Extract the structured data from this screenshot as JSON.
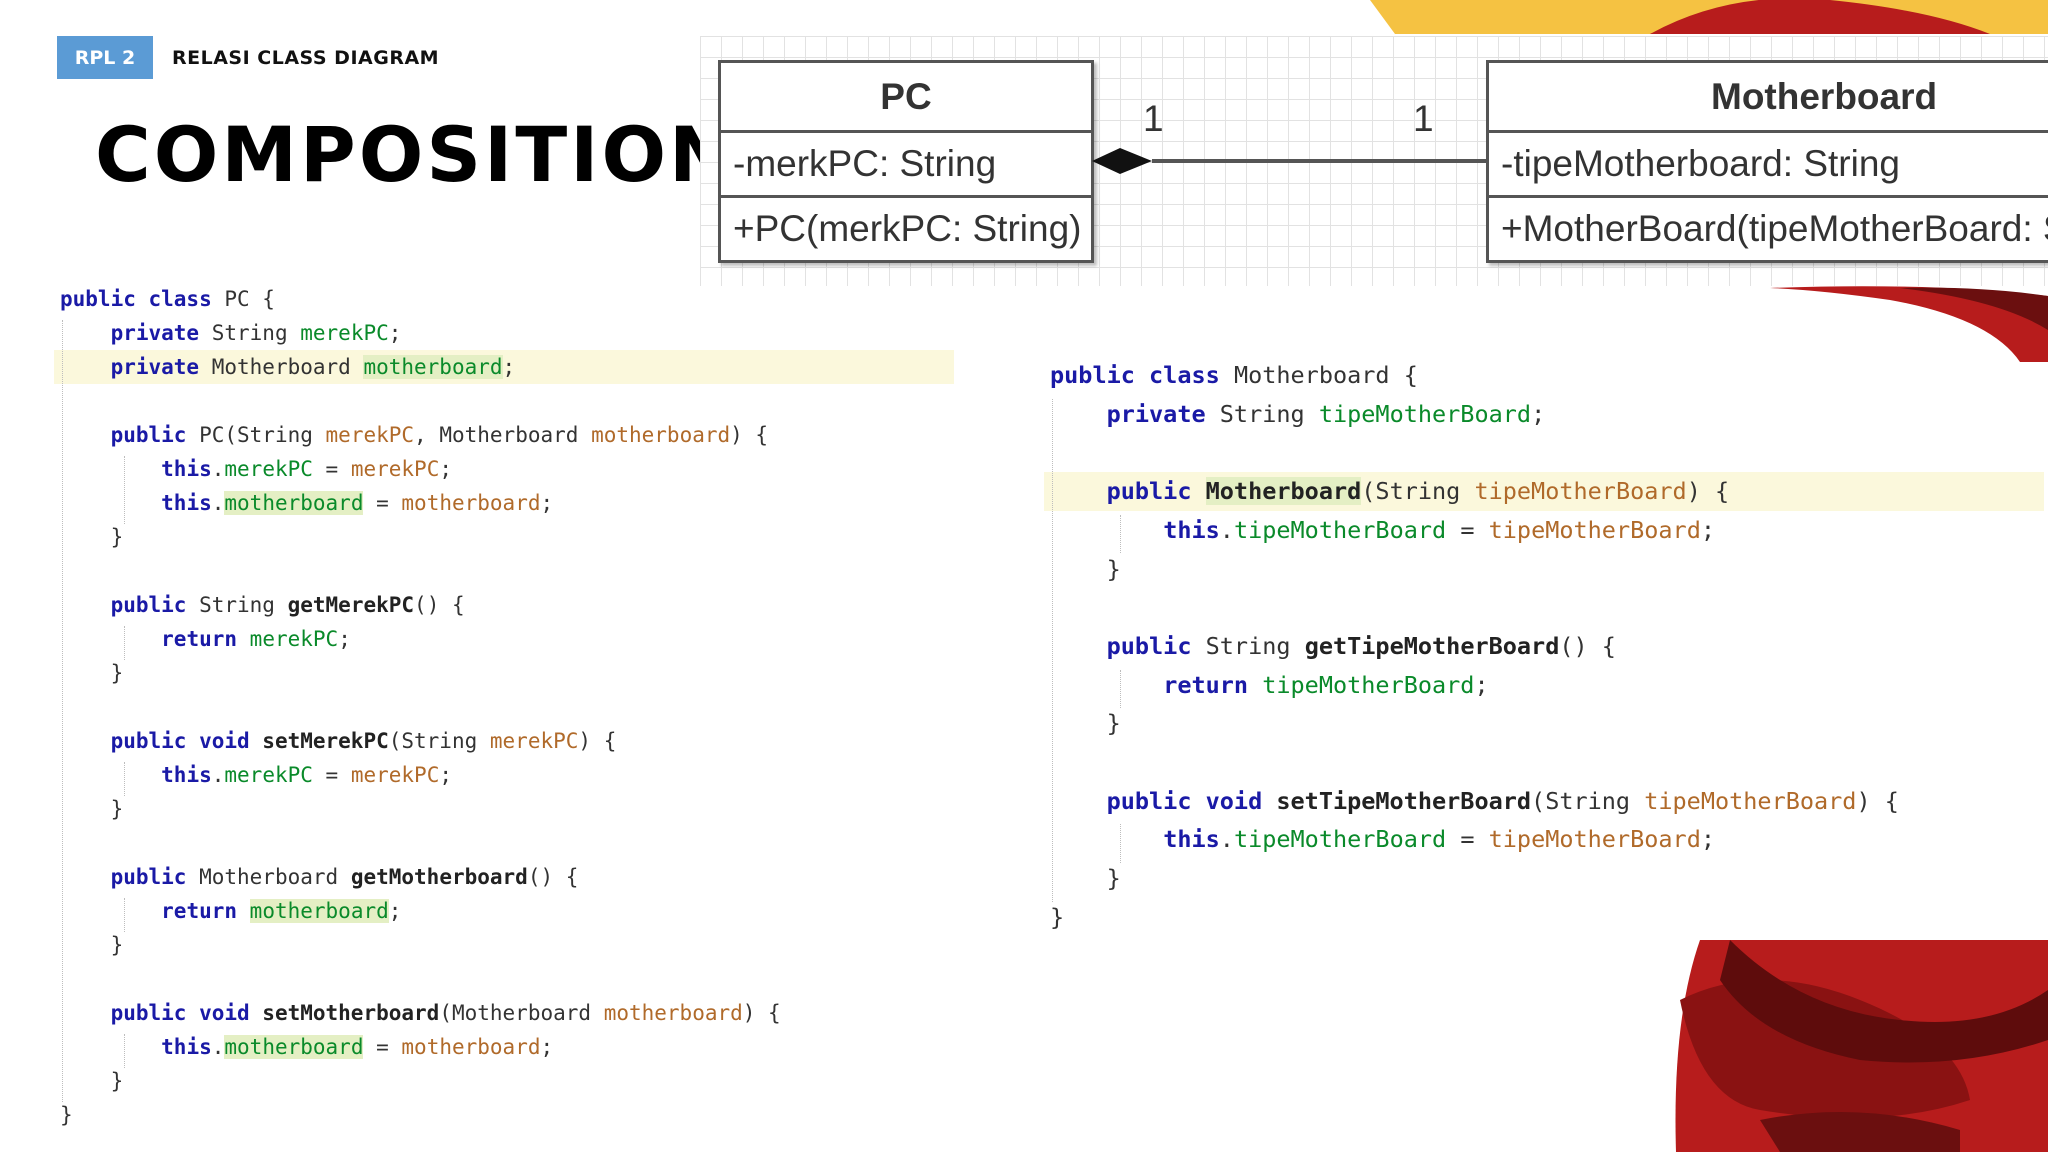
{
  "header": {
    "badge": "RPL 2",
    "section": "RELASI CLASS DIAGRAM",
    "title": "COMPOSITION"
  },
  "colors": {
    "badge": "#5b9bd5",
    "keyword": "#1a1aa6",
    "field": "#0a8a2a",
    "param": "#b06a2a",
    "deco_yellow": "#f5c242",
    "deco_red": "#b71c1c",
    "deco_dark": "#6b0f0f"
  },
  "uml": {
    "pc": {
      "name": "PC",
      "attribute": "-merkPC: String",
      "operation": "+PC(merkPC: String)"
    },
    "motherboard": {
      "name": "Motherboard",
      "attribute": "-tipeMotherboard: String",
      "operation": "+MotherBoard(tipeMotherBoard: String)"
    },
    "relation": {
      "type": "composition",
      "mult_pc": "1",
      "mult_motherboard": "1"
    }
  },
  "code_pc": [
    [
      [
        "kw",
        "public class "
      ],
      [
        "t",
        "PC {"
      ]
    ],
    [
      [
        "t",
        "    "
      ],
      [
        "kw",
        "private "
      ],
      [
        "t",
        "String "
      ],
      [
        "fld",
        "merekPC"
      ],
      [
        "t",
        ";"
      ]
    ],
    [
      [
        "t",
        "    "
      ],
      [
        "kw",
        "private "
      ],
      [
        "t",
        "Motherboard "
      ],
      [
        "fldhl",
        "motherboard"
      ],
      [
        "t",
        ";"
      ]
    ],
    [
      [
        "t",
        ""
      ]
    ],
    [
      [
        "t",
        "    "
      ],
      [
        "kw",
        "public "
      ],
      [
        "t",
        "PC(String "
      ],
      [
        "prm",
        "merekPC"
      ],
      [
        "t",
        ", Motherboard "
      ],
      [
        "prm",
        "motherboard"
      ],
      [
        "t",
        ") {"
      ]
    ],
    [
      [
        "t",
        "        "
      ],
      [
        "kw",
        "this"
      ],
      [
        "t",
        "."
      ],
      [
        "fld",
        "merekPC"
      ],
      [
        "t",
        " = "
      ],
      [
        "prm",
        "merekPC"
      ],
      [
        "t",
        ";"
      ]
    ],
    [
      [
        "t",
        "        "
      ],
      [
        "kw",
        "this"
      ],
      [
        "t",
        "."
      ],
      [
        "fldhl",
        "motherboard"
      ],
      [
        "t",
        " = "
      ],
      [
        "prm",
        "motherboard"
      ],
      [
        "t",
        ";"
      ]
    ],
    [
      [
        "t",
        "    }"
      ]
    ],
    [
      [
        "t",
        ""
      ]
    ],
    [
      [
        "t",
        "    "
      ],
      [
        "kw",
        "public "
      ],
      [
        "t",
        "String "
      ],
      [
        "mth",
        "getMerekPC"
      ],
      [
        "t",
        "() {"
      ]
    ],
    [
      [
        "t",
        "        "
      ],
      [
        "kw",
        "return "
      ],
      [
        "fld",
        "merekPC"
      ],
      [
        "t",
        ";"
      ]
    ],
    [
      [
        "t",
        "    }"
      ]
    ],
    [
      [
        "t",
        ""
      ]
    ],
    [
      [
        "t",
        "    "
      ],
      [
        "kw",
        "public void "
      ],
      [
        "mth",
        "setMerekPC"
      ],
      [
        "t",
        "(String "
      ],
      [
        "prm",
        "merekPC"
      ],
      [
        "t",
        ") {"
      ]
    ],
    [
      [
        "t",
        "        "
      ],
      [
        "kw",
        "this"
      ],
      [
        "t",
        "."
      ],
      [
        "fld",
        "merekPC"
      ],
      [
        "t",
        " = "
      ],
      [
        "prm",
        "merekPC"
      ],
      [
        "t",
        ";"
      ]
    ],
    [
      [
        "t",
        "    }"
      ]
    ],
    [
      [
        "t",
        ""
      ]
    ],
    [
      [
        "t",
        "    "
      ],
      [
        "kw",
        "public "
      ],
      [
        "t",
        "Motherboard "
      ],
      [
        "mth",
        "getMotherboard"
      ],
      [
        "t",
        "() {"
      ]
    ],
    [
      [
        "t",
        "        "
      ],
      [
        "kw",
        "return "
      ],
      [
        "fldhl",
        "motherboard"
      ],
      [
        "t",
        ";"
      ]
    ],
    [
      [
        "t",
        "    }"
      ]
    ],
    [
      [
        "t",
        ""
      ]
    ],
    [
      [
        "t",
        "    "
      ],
      [
        "kw",
        "public void "
      ],
      [
        "mth",
        "setMotherboard"
      ],
      [
        "t",
        "(Motherboard "
      ],
      [
        "prm",
        "motherboard"
      ],
      [
        "t",
        ") {"
      ]
    ],
    [
      [
        "t",
        "        "
      ],
      [
        "kw",
        "this"
      ],
      [
        "t",
        "."
      ],
      [
        "fldhl",
        "motherboard"
      ],
      [
        "t",
        " = "
      ],
      [
        "prm",
        "motherboard"
      ],
      [
        "t",
        ";"
      ]
    ],
    [
      [
        "t",
        "    }"
      ]
    ],
    [
      [
        "t",
        "}"
      ]
    ]
  ],
  "code_mb": [
    [
      [
        "kw",
        "public class "
      ],
      [
        "t",
        "Motherboard {"
      ]
    ],
    [
      [
        "t",
        "    "
      ],
      [
        "kw",
        "private "
      ],
      [
        "t",
        "String "
      ],
      [
        "fld",
        "tipeMotherBoard"
      ],
      [
        "t",
        ";"
      ]
    ],
    [
      [
        "t",
        ""
      ]
    ],
    [
      [
        "t",
        "    "
      ],
      [
        "kw",
        "public "
      ],
      [
        "mthhl",
        "Motherboard"
      ],
      [
        "t",
        "(String "
      ],
      [
        "prm",
        "tipeMotherBoard"
      ],
      [
        "t",
        ") {"
      ]
    ],
    [
      [
        "t",
        "        "
      ],
      [
        "kw",
        "this"
      ],
      [
        "t",
        "."
      ],
      [
        "fld",
        "tipeMotherBoard"
      ],
      [
        "t",
        " = "
      ],
      [
        "prm",
        "tipeMotherBoard"
      ],
      [
        "t",
        ";"
      ]
    ],
    [
      [
        "t",
        "    }"
      ]
    ],
    [
      [
        "t",
        ""
      ]
    ],
    [
      [
        "t",
        "    "
      ],
      [
        "kw",
        "public "
      ],
      [
        "t",
        "String "
      ],
      [
        "mth",
        "getTipeMotherBoard"
      ],
      [
        "t",
        "() {"
      ]
    ],
    [
      [
        "t",
        "        "
      ],
      [
        "kw",
        "return "
      ],
      [
        "fld",
        "tipeMotherBoard"
      ],
      [
        "t",
        ";"
      ]
    ],
    [
      [
        "t",
        "    }"
      ]
    ],
    [
      [
        "t",
        ""
      ]
    ],
    [
      [
        "t",
        "    "
      ],
      [
        "kw",
        "public void "
      ],
      [
        "mth",
        "setTipeMotherBoard"
      ],
      [
        "t",
        "(String "
      ],
      [
        "prm",
        "tipeMotherBoard"
      ],
      [
        "t",
        ") {"
      ]
    ],
    [
      [
        "t",
        "        "
      ],
      [
        "kw",
        "this"
      ],
      [
        "t",
        "."
      ],
      [
        "fld",
        "tipeMotherBoard"
      ],
      [
        "t",
        " = "
      ],
      [
        "prm",
        "tipeMotherBoard"
      ],
      [
        "t",
        ";"
      ]
    ],
    [
      [
        "t",
        "    }"
      ]
    ],
    [
      [
        "t",
        "}"
      ]
    ]
  ]
}
